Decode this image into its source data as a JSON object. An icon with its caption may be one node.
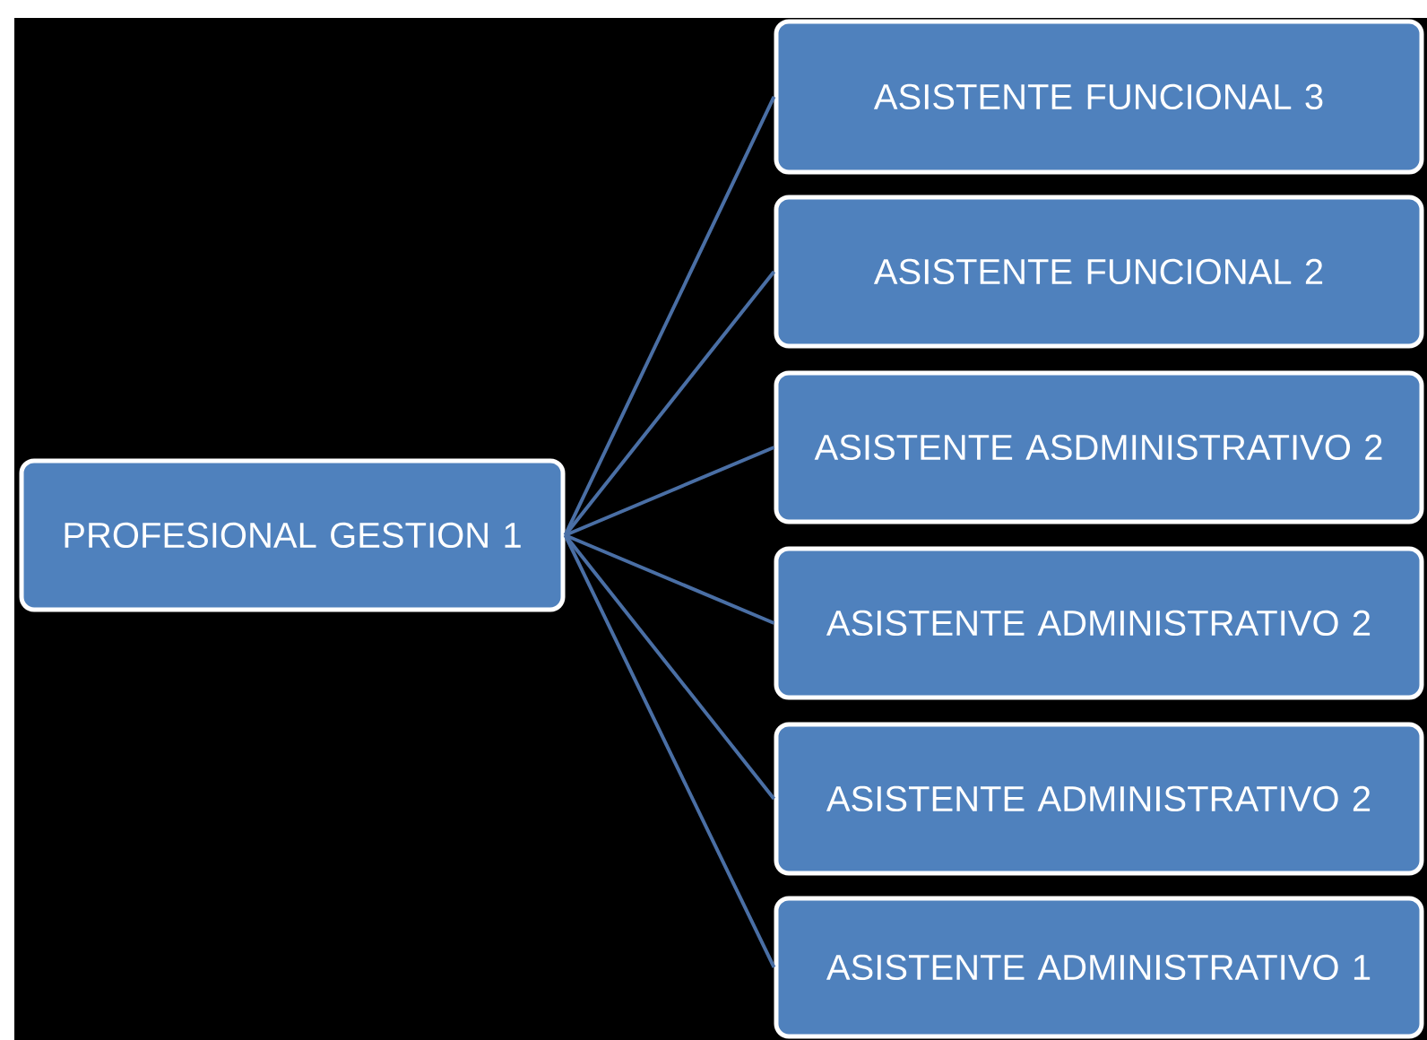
{
  "diagram": {
    "nodes": [
      {
        "text": [
          "PROFESIONAL GESTION 1"
        ]
      },
      {
        "text": [
          "ASISTENTE FUNCIONAL 3"
        ]
      },
      {
        "text": [
          "ASISTENTE FUNCIONAL 2"
        ]
      },
      {
        "text": [
          "ASISTENTE ASDMINISTRATIVO 2"
        ]
      },
      {
        "text": [
          "ASISTENTE ADMINISTRATIVO 2"
        ]
      },
      {
        "text": [
          "ASISTENTE ADMINISTRATIVO 2"
        ]
      },
      {
        "text": [
          "ASISTENTE ADMINISTRATIVO 1"
        ]
      }
    ],
    "edges": [
      {
        "from": 0,
        "to": 1,
        "arrow": "none"
      },
      {
        "from": 0,
        "to": 2,
        "arrow": "none"
      },
      {
        "from": 0,
        "to": 3,
        "arrow": "none"
      },
      {
        "from": 0,
        "to": 4,
        "arrow": "none"
      },
      {
        "from": 0,
        "to": 5,
        "arrow": "none"
      },
      {
        "from": 0,
        "to": 6,
        "arrow": "none"
      }
    ]
  }
}
